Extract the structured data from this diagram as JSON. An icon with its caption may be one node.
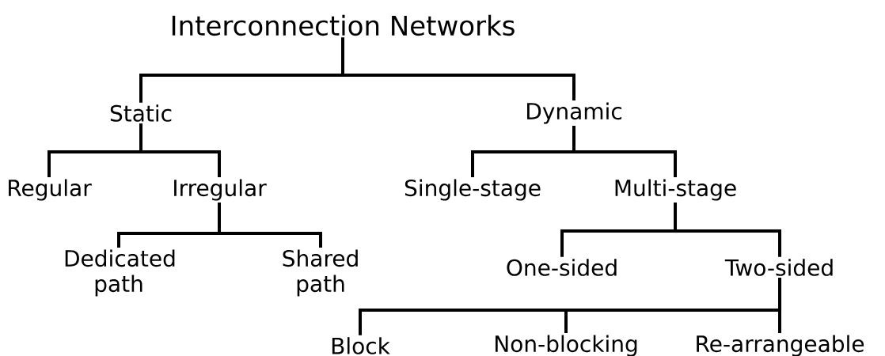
{
  "diagram": {
    "nodes": [
      {
        "text": [
          "Interconnection Networks"
        ]
      },
      {
        "text": [
          "Static"
        ]
      },
      {
        "text": [
          "Dynamic"
        ]
      },
      {
        "text": [
          "Regular"
        ]
      },
      {
        "text": [
          "Irregular"
        ]
      },
      {
        "text": [
          "Dedicated path"
        ]
      },
      {
        "text": [
          "Shared path"
        ]
      },
      {
        "text": [
          "Single-stage"
        ]
      },
      {
        "text": [
          "Multi-stage"
        ]
      },
      {
        "text": [
          "One-sided"
        ]
      },
      {
        "text": [
          "Two-sided"
        ]
      },
      {
        "text": [
          "Block"
        ]
      },
      {
        "text": [
          "Non-blocking"
        ]
      },
      {
        "text": [
          "Re-arrangeable"
        ]
      }
    ],
    "edges": [
      {
        "from": 0,
        "to": 1,
        "arrow": "none"
      },
      {
        "from": 0,
        "to": 2,
        "arrow": "none"
      },
      {
        "from": 1,
        "to": 3,
        "arrow": "none"
      },
      {
        "from": 1,
        "to": 4,
        "arrow": "none"
      },
      {
        "from": 4,
        "to": 5,
        "arrow": "none"
      },
      {
        "from": 4,
        "to": 6,
        "arrow": "none"
      },
      {
        "from": 2,
        "to": 7,
        "arrow": "none"
      },
      {
        "from": 2,
        "to": 8,
        "arrow": "none"
      },
      {
        "from": 8,
        "to": 9,
        "arrow": "none"
      },
      {
        "from": 8,
        "to": 10,
        "arrow": "none"
      },
      {
        "from": 10,
        "to": 11,
        "arrow": "none"
      },
      {
        "from": 10,
        "to": 12,
        "arrow": "none"
      },
      {
        "from": 10,
        "to": 13,
        "arrow": "none"
      }
    ]
  }
}
